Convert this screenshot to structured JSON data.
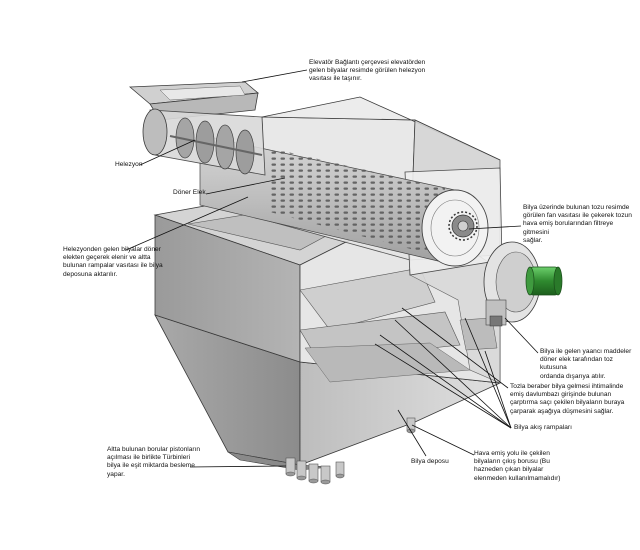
{
  "colors": {
    "background": "#ffffff",
    "hopper_light": "#c9c9c9",
    "hopper_dark": "#7d7d7d",
    "glass": "#e2e2e2",
    "outline": "#3a3a3a",
    "motor_green": "#2f8a2f",
    "leader": "#111111"
  },
  "annotations": {
    "elevator": "Elevatör Bağlantı çerçevesi elevatörden\ngelen bilyalar resimde görülen helezyon\nvasıtası ile taşınır.",
    "helezyon": "Helezyon",
    "doner_elek": "Döner Elek",
    "helezyon_desc": "Helezyonden gelen bilyalar döner\nelekten geçerek elenir ve altta\nbulunan rampalar vasıtası ile bilya\ndeposuna aktarılır.",
    "fan_desc": "Bilya üzerinde bulunan tozu resimde\ngörülen fan vasıtası ile çekerek tozun\nhava emiş borularından filtreye gitmesini\nsağlar.",
    "yabanci_madde": "Bilya ile gelen yaancı maddeler\ndöner elek tarafından toz kutusuna\nordanda dışarıya atılır.",
    "toz_desc": "Tozla beraber bilya gelmesi ihtimalinde\nemiş davlumbazı girişinde bulunan\nçarptırma saçı çekilen bilyaların buraya\nçarparak aşağıya düşmesini sağlar.",
    "bilya_akis": "Bilya akış rampaları",
    "piston_desc": "Altta bulunan borular pistonların\naçılması ile birlikte Türbinleri\nbilya ile eşit miktarda besleme\nyapar.",
    "bilya_deposu": "Bilya deposu",
    "hava_emis": "Hava emiş yolu ile çekilen\nbilyaların çıkış borusu (Bu\nhazneden çıkan bilyalar\nelenmeden kullanılmamalıdır)"
  }
}
